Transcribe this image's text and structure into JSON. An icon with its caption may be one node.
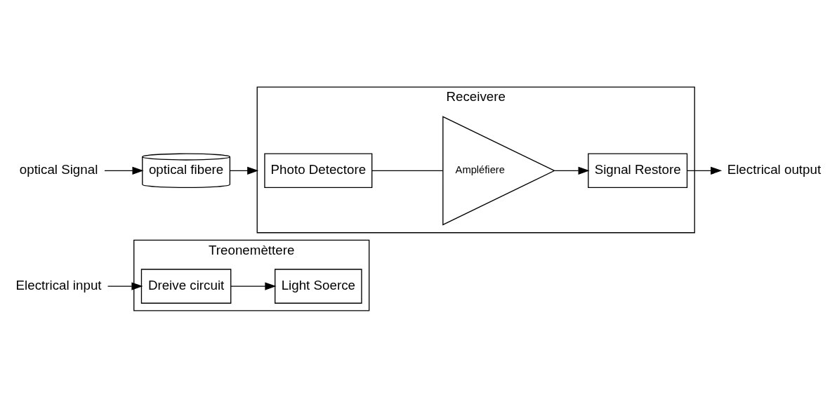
{
  "diagram": {
    "nodes": [
      {
        "text": [
          "Electrical input"
        ]
      },
      {
        "text": [
          "Treonemèttere"
        ]
      },
      {
        "text": [
          "Dreive circuit"
        ],
        "in": 1
      },
      {
        "text": [
          "Light Soerce"
        ],
        "in": 1
      },
      {
        "text": [
          "optical fibere"
        ]
      },
      {
        "text": [
          "optical Signal"
        ]
      },
      {
        "text": [
          "Receivere"
        ]
      },
      {
        "text": [
          "Photo Detectore"
        ],
        "in": 6
      },
      {
        "text": [
          "Ampléfiere"
        ],
        "in": 6
      },
      {
        "text": [
          "Signal Restore"
        ],
        "in": 6
      },
      {
        "text": [
          "Electrical output"
        ]
      }
    ],
    "edges": [
      {
        "from": 0,
        "to": 2,
        "arrow": "to"
      },
      {
        "from": 2,
        "to": 3,
        "arrow": "to"
      },
      {
        "from": 5,
        "to": 4,
        "arrow": "to"
      },
      {
        "from": 4,
        "to": 6,
        "arrow": "to"
      },
      {
        "from": 7,
        "to": 8,
        "arrow": "none"
      },
      {
        "from": 8,
        "to": 9,
        "arrow": "to"
      },
      {
        "from": 9,
        "to": 10,
        "arrow": "to"
      }
    ]
  }
}
